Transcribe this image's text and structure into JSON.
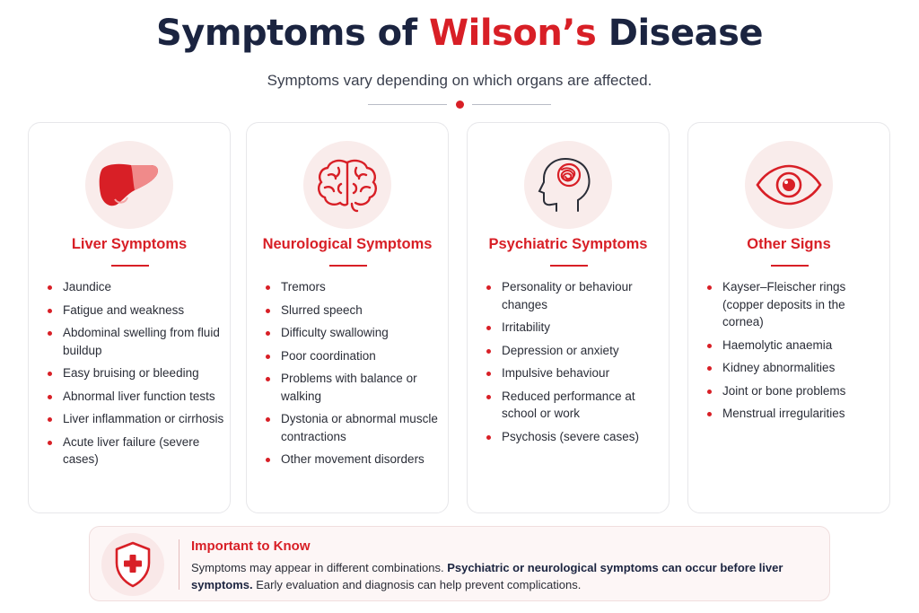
{
  "header": {
    "title_part1": "Symptoms of ",
    "title_accent": "Wilson’s",
    "title_part2": " Disease",
    "subtitle": "Symptoms vary depending on which organs are affected."
  },
  "colors": {
    "accent": "#d81f26",
    "navy": "#1b2440",
    "icon_bg": "#f9eceb"
  },
  "cards": [
    {
      "icon": "liver-icon",
      "title": "Liver Symptoms",
      "items": [
        "Jaundice",
        "Fatigue and weakness",
        "Abdominal swelling from fluid buildup",
        "Easy bruising or bleeding",
        "Abnormal liver function tests",
        "Liver inflammation or cirrhosis",
        "Acute liver failure (severe cases)"
      ]
    },
    {
      "icon": "brain-icon",
      "title": "Neurological Symptoms",
      "items": [
        "Tremors",
        "Slurred speech",
        "Difficulty swallowing",
        "Poor coordination",
        "Problems with balance or walking",
        "Dystonia or abnormal muscle contractions",
        "Other movement disorders"
      ]
    },
    {
      "icon": "head-scribble-icon",
      "title": "Psychiatric Symptoms",
      "items": [
        "Personality or behaviour changes",
        "Irritability",
        "Depression or anxiety",
        "Impulsive behaviour",
        "Reduced performance at school or work",
        "Psychosis (severe cases)"
      ]
    },
    {
      "icon": "eye-icon",
      "title": "Other Signs",
      "items": [
        "Kayser–Fleischer rings (copper deposits in the cornea)",
        "Haemolytic anaemia",
        "Kidney abnormalities",
        "Joint or bone problems",
        "Menstrual irregularities"
      ]
    }
  ],
  "note": {
    "icon": "shield-cross-icon",
    "title": "Important to Know",
    "text_1": "Symptoms may appear in different combinations. ",
    "text_bold": "Psychiatric or neurological symptoms can occur before liver symptoms.",
    "text_2": " Early evaluation and diagnosis can help prevent complications."
  }
}
